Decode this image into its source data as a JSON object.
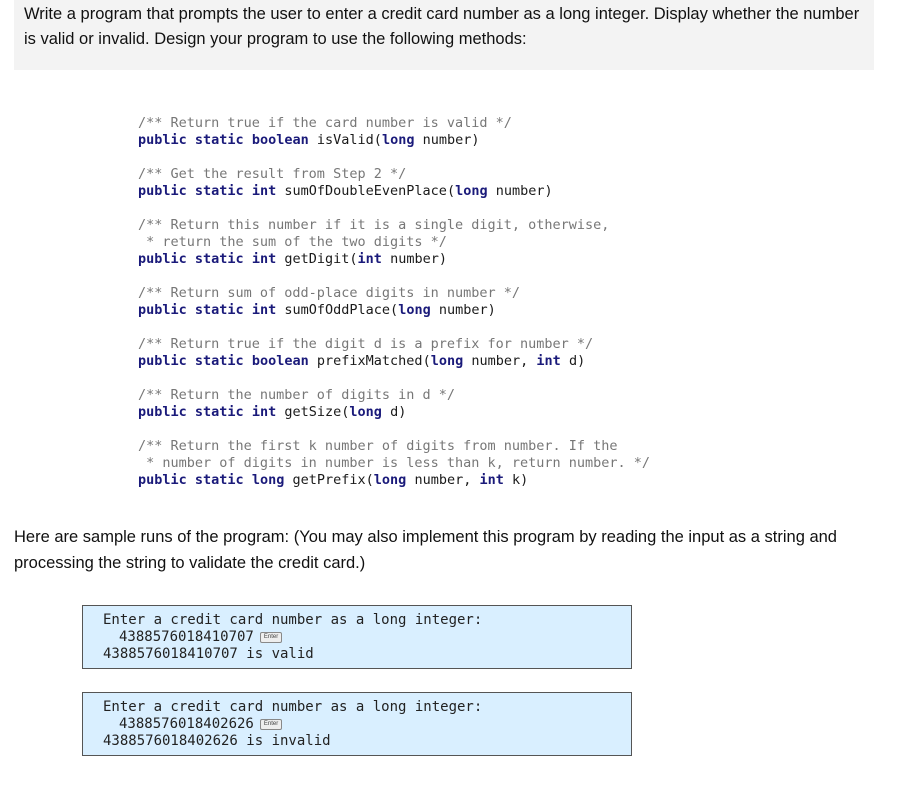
{
  "intro": "Write a program that prompts the user to enter a credit card number as a long integer. Display whether the number is valid or invalid. Design your program to use the following methods:",
  "methods": [
    {
      "comment": [
        "/** Return true if the card number is valid */"
      ],
      "signature": "public static boolean isValid(long number)"
    },
    {
      "comment": [
        "/** Get the result from Step 2 */"
      ],
      "signature": "public static int sumOfDoubleEvenPlace(long number)"
    },
    {
      "comment": [
        "/** Return this number if it is a single digit, otherwise,",
        " * return the sum of the two digits */"
      ],
      "signature": "public static int getDigit(int number)"
    },
    {
      "comment": [
        "/** Return sum of odd-place digits in number */"
      ],
      "signature": "public static int sumOfOddPlace(long number)"
    },
    {
      "comment": [
        "/** Return true if the digit d is a prefix for number */"
      ],
      "signature": "public static boolean prefixMatched(long number, int d)"
    },
    {
      "comment": [
        "/** Return the number of digits in d */"
      ],
      "signature": "public static int getSize(long d)"
    },
    {
      "comment": [
        "/** Return the first k number of digits from number. If the",
        " * number of digits in number is less than k, return number. */"
      ],
      "signature": "public static long getPrefix(long number, int k)"
    }
  ],
  "sample_text": "Here are sample runs of the program: (You may also implement this program by reading the input as a string and processing the string to validate the credit card.)",
  "runs": [
    {
      "prompt": "Enter a credit card number as a long integer:",
      "input": "4388576018410707",
      "enter_label": "Enter",
      "output": "4388576018410707 is valid"
    },
    {
      "prompt": "Enter a credit card number as a long integer:",
      "input": "4388576018402626",
      "enter_label": "Enter",
      "output": "4388576018402626 is invalid"
    }
  ]
}
